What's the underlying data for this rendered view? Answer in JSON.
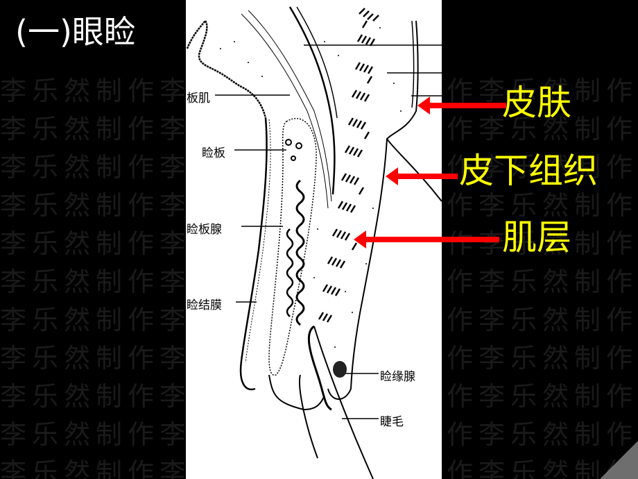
{
  "slide": {
    "title": "(一)眼睑",
    "watermark_text": "李乐然制作李乐然制作李乐然制作李乐然制作",
    "background_color": "#000000"
  },
  "figure": {
    "labels": {
      "orbicularis": "板肌",
      "tarsus": "睑板",
      "tarsal_gland": "睑板腺",
      "conjunctiva": "睑结膜",
      "marginal_gland": "睑缘腺",
      "eyelash": "睫毛"
    }
  },
  "callouts": [
    {
      "label": "皮肤",
      "color": "#ffff00"
    },
    {
      "label": "皮下组织",
      "color": "#ffff00"
    },
    {
      "label": "肌层",
      "color": "#ffff00"
    }
  ],
  "arrow_color": "#ff0000"
}
